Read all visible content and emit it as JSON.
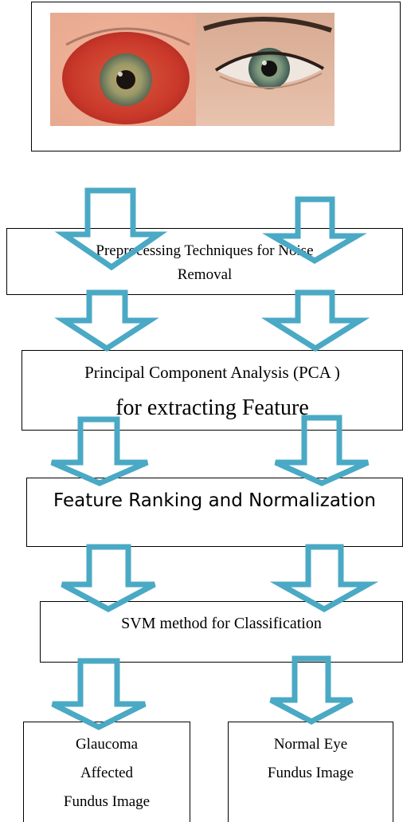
{
  "colors": {
    "arrow": "#4aa9c4",
    "border": "#000000"
  },
  "images": {
    "left": "red-irritated-eye-photo",
    "right": "normal-eye-photo"
  },
  "steps": {
    "preprocessing": {
      "line1": "Preprocessing Techniques for Noise",
      "line2": "Removal"
    },
    "pca": {
      "line1": "Principal Component Analysis (PCA )",
      "line2": "for extracting Feature"
    },
    "ranking": {
      "text": "Feature Ranking and Normalization"
    },
    "svm": {
      "text": "SVM method for Classification"
    }
  },
  "outputs": {
    "glaucoma": {
      "line1": "Glaucoma",
      "line2": "Affected",
      "line3": "Fundus Image"
    },
    "normal": {
      "line1": "Normal Eye",
      "line2": "Fundus Image"
    }
  }
}
